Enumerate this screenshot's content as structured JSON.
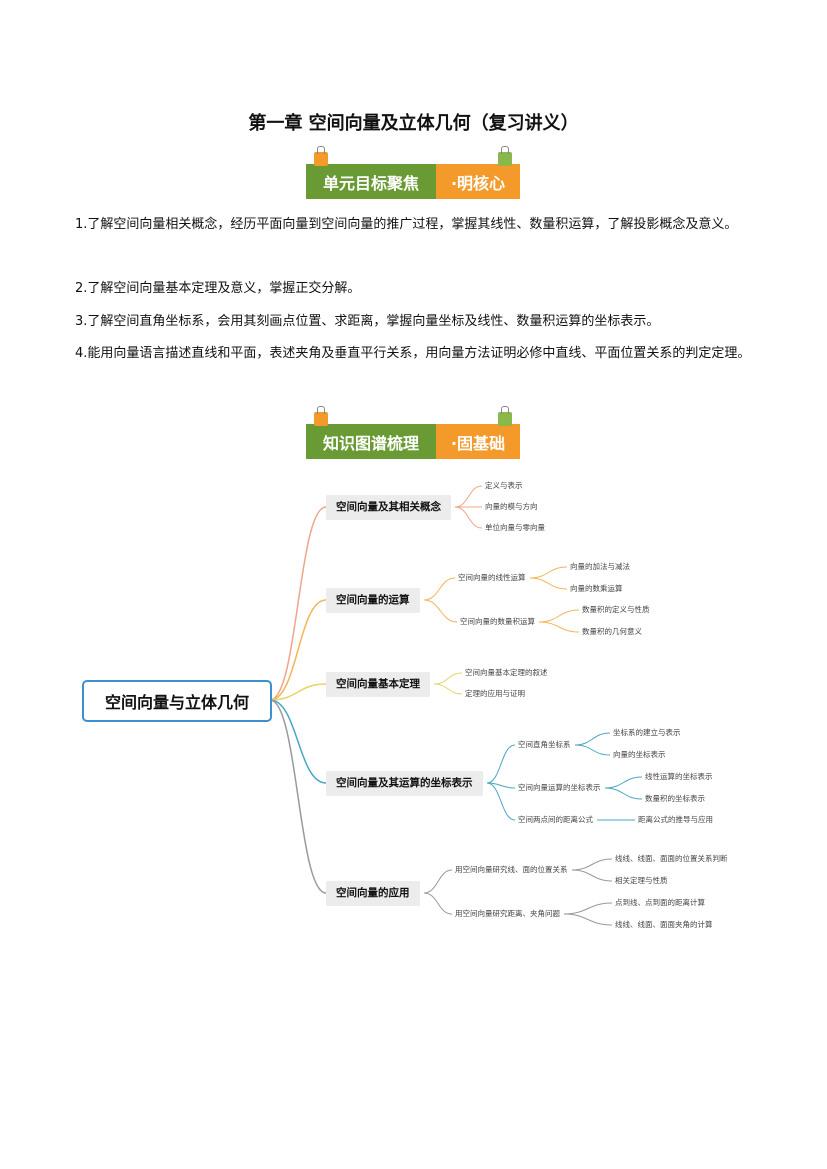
{
  "title": "第一章 空间向量及立体几何（复习讲义）",
  "banner1": {
    "left": "单元目标聚焦",
    "right": "·明核心"
  },
  "banner2": {
    "left": "知识图谱梳理",
    "right": "·固基础"
  },
  "objectives": [
    "1.了解空间向量相关概念，经历平面向量到空间向量的推广过程，掌握其线性、数量积运算，了解投影概念及意义。",
    "2.了解空间向量基本定理及意义，掌握正交分解。",
    "3.了解空间直角坐标系，会用其刻画点位置、求距离，掌握向量坐标及线性、数量积运算的坐标表示。",
    "4.能用向量语言描述直线和平面，表述夹角及垂直平行关系，用向量方法证明必修中直线、平面位置关系的判定定理。"
  ],
  "mindmap": {
    "root": "空间向量与立体几何",
    "branches": [
      {
        "label": "空间向量及其相关概念",
        "color": "#f0a58a",
        "leaves": [
          "定义与表示",
          "向量的模与方向",
          "单位向量与零向量"
        ]
      },
      {
        "label": "空间向量的运算",
        "color": "#f5b45a",
        "subs": [
          {
            "label": "空间向量的线性运算",
            "leaves": [
              "向量的加法与减法",
              "向量的数乘运算"
            ]
          },
          {
            "label": "空间向量的数量积运算",
            "leaves": [
              "数量积的定义与性质",
              "数量积的几何意义"
            ]
          }
        ]
      },
      {
        "label": "空间向量基本定理",
        "color": "#e6d36a",
        "leaves": [
          "空间向量基本定理的叙述",
          "定理的应用与证明"
        ]
      },
      {
        "label": "空间向量及其运算的坐标表示",
        "color": "#4aa6c6",
        "subs": [
          {
            "label": "空间直角坐标系",
            "leaves": [
              "坐标系的建立与表示",
              "向量的坐标表示"
            ]
          },
          {
            "label": "空间向量运算的坐标表示",
            "leaves": [
              "线性运算的坐标表示",
              "数量积的坐标表示"
            ]
          },
          {
            "label": "空间两点间的距离公式",
            "leaves": [
              "距离公式的推导与应用"
            ]
          }
        ]
      },
      {
        "label": "空间向量的应用",
        "color": "#9a9a9a",
        "subs": [
          {
            "label": "用空间向量研究线、面的位置关系",
            "leaves": [
              "线线、线面、面面的位置关系判断",
              "相关定理与性质"
            ]
          },
          {
            "label": "用空间向量研究距离、夹角问题",
            "leaves": [
              "点到线、点到面的距离计算",
              "线线、线面、面面夹角的计算"
            ]
          }
        ]
      }
    ]
  },
  "colors": {
    "green": "#6a9a34",
    "orange": "#f39a2b",
    "root_border": "#3d8fd1"
  }
}
